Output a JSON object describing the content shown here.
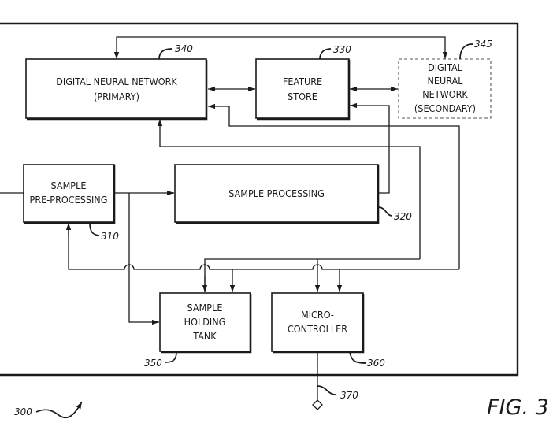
{
  "figure": {
    "caption": "FIG. 3",
    "system_ref": "300"
  },
  "blocks": {
    "dnn_primary": {
      "lines": [
        "DIGITAL NEURAL NETWORK",
        "(PRIMARY)"
      ],
      "ref": "340"
    },
    "feature_store": {
      "lines": [
        "FEATURE",
        "STORE"
      ],
      "ref": "330"
    },
    "dnn_secondary": {
      "lines": [
        "DIGITAL",
        "NEURAL",
        "NETWORK",
        "(SECONDARY)"
      ],
      "ref": "345",
      "style": "dashed"
    },
    "sample_preprocessing": {
      "lines": [
        "SAMPLE",
        "PRE-PROCESSING"
      ],
      "ref": "310"
    },
    "sample_processing": {
      "lines": [
        "SAMPLE PROCESSING"
      ],
      "ref": "320"
    },
    "sample_holding_tank": {
      "lines": [
        "SAMPLE",
        "HOLDING",
        "TANK"
      ],
      "ref": "350"
    },
    "microcontroller": {
      "lines": [
        "MICRO-",
        "CONTROLLER"
      ],
      "ref": "360"
    }
  },
  "output_terminal": {
    "ref": "370"
  },
  "connections": [
    {
      "from": "dnn_primary",
      "to": "feature_store",
      "direction": "bidirectional"
    },
    {
      "from": "feature_store",
      "to": "dnn_secondary",
      "direction": "bidirectional"
    },
    {
      "from": "dnn_primary",
      "to": "dnn_secondary",
      "direction": "bidirectional",
      "via": "top loop"
    },
    {
      "from": "sample_processing",
      "to": "feature_store",
      "direction": "forward"
    },
    {
      "from": "bus",
      "to": "dnn_primary",
      "direction": "forward"
    },
    {
      "from": "bus",
      "to": "sample_preprocessing",
      "direction": "forward"
    },
    {
      "from": "sample_preprocessing",
      "to": "sample_processing",
      "direction": "forward"
    },
    {
      "from": "sample_preprocessing",
      "to": "sample_holding_tank",
      "direction": "forward"
    },
    {
      "from": "bus",
      "to": "sample_holding_tank",
      "direction": "forward"
    },
    {
      "from": "bus",
      "to": "microcontroller",
      "direction": "forward"
    },
    {
      "from": "microcontroller",
      "to": "output_terminal",
      "direction": "forward"
    }
  ]
}
